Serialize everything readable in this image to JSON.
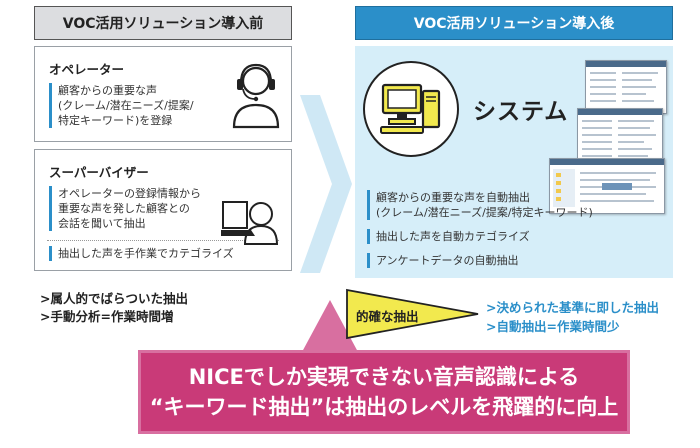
{
  "before": {
    "header": "VOC活用ソリューション導入前",
    "operator": {
      "title": "オペレーター",
      "lines": [
        "顧客からの重要な声",
        "(クレーム/潜在ニーズ/提案/",
        "特定キーワード)を登録"
      ]
    },
    "supervisor": {
      "title": "スーパーバイザー",
      "lines": [
        "オペレーターの登録情報から",
        "重要な声を発した顧客との",
        "会話を聞いて抽出"
      ],
      "extra": "抽出した声を手作業でカテゴライズ"
    },
    "notes": [
      ">属人的でばらついた抽出",
      ">手動分析=作業時間増"
    ]
  },
  "after": {
    "header": "VOC活用ソリューション導入後",
    "system_title": "システム",
    "items": [
      [
        "顧客からの重要な声を自動抽出",
        "(クレーム/潜在ニーズ/提案/特定キーワード)"
      ],
      [
        "抽出した声を自動カテゴライズ"
      ],
      [
        "アンケートデータの自動抽出"
      ]
    ],
    "funnel_label": "的確な抽出",
    "results": [
      ">決められた基準に即した抽出",
      ">自動抽出=作業時間少"
    ]
  },
  "banner": {
    "line1": "NICEでしか実現できない音声認識による",
    "line2": "“キーワード抽出”は抽出のレベルを飛躍的に向上"
  },
  "colors": {
    "accent_blue": "#2b8fc9",
    "banner_magenta": "#c93a78",
    "panel_light_blue": "#d6eef9",
    "funnel_yellow": "#f2e94e"
  },
  "icons": [
    "operator-headset-icon",
    "supervisor-laptop-icon",
    "computer-icon"
  ]
}
